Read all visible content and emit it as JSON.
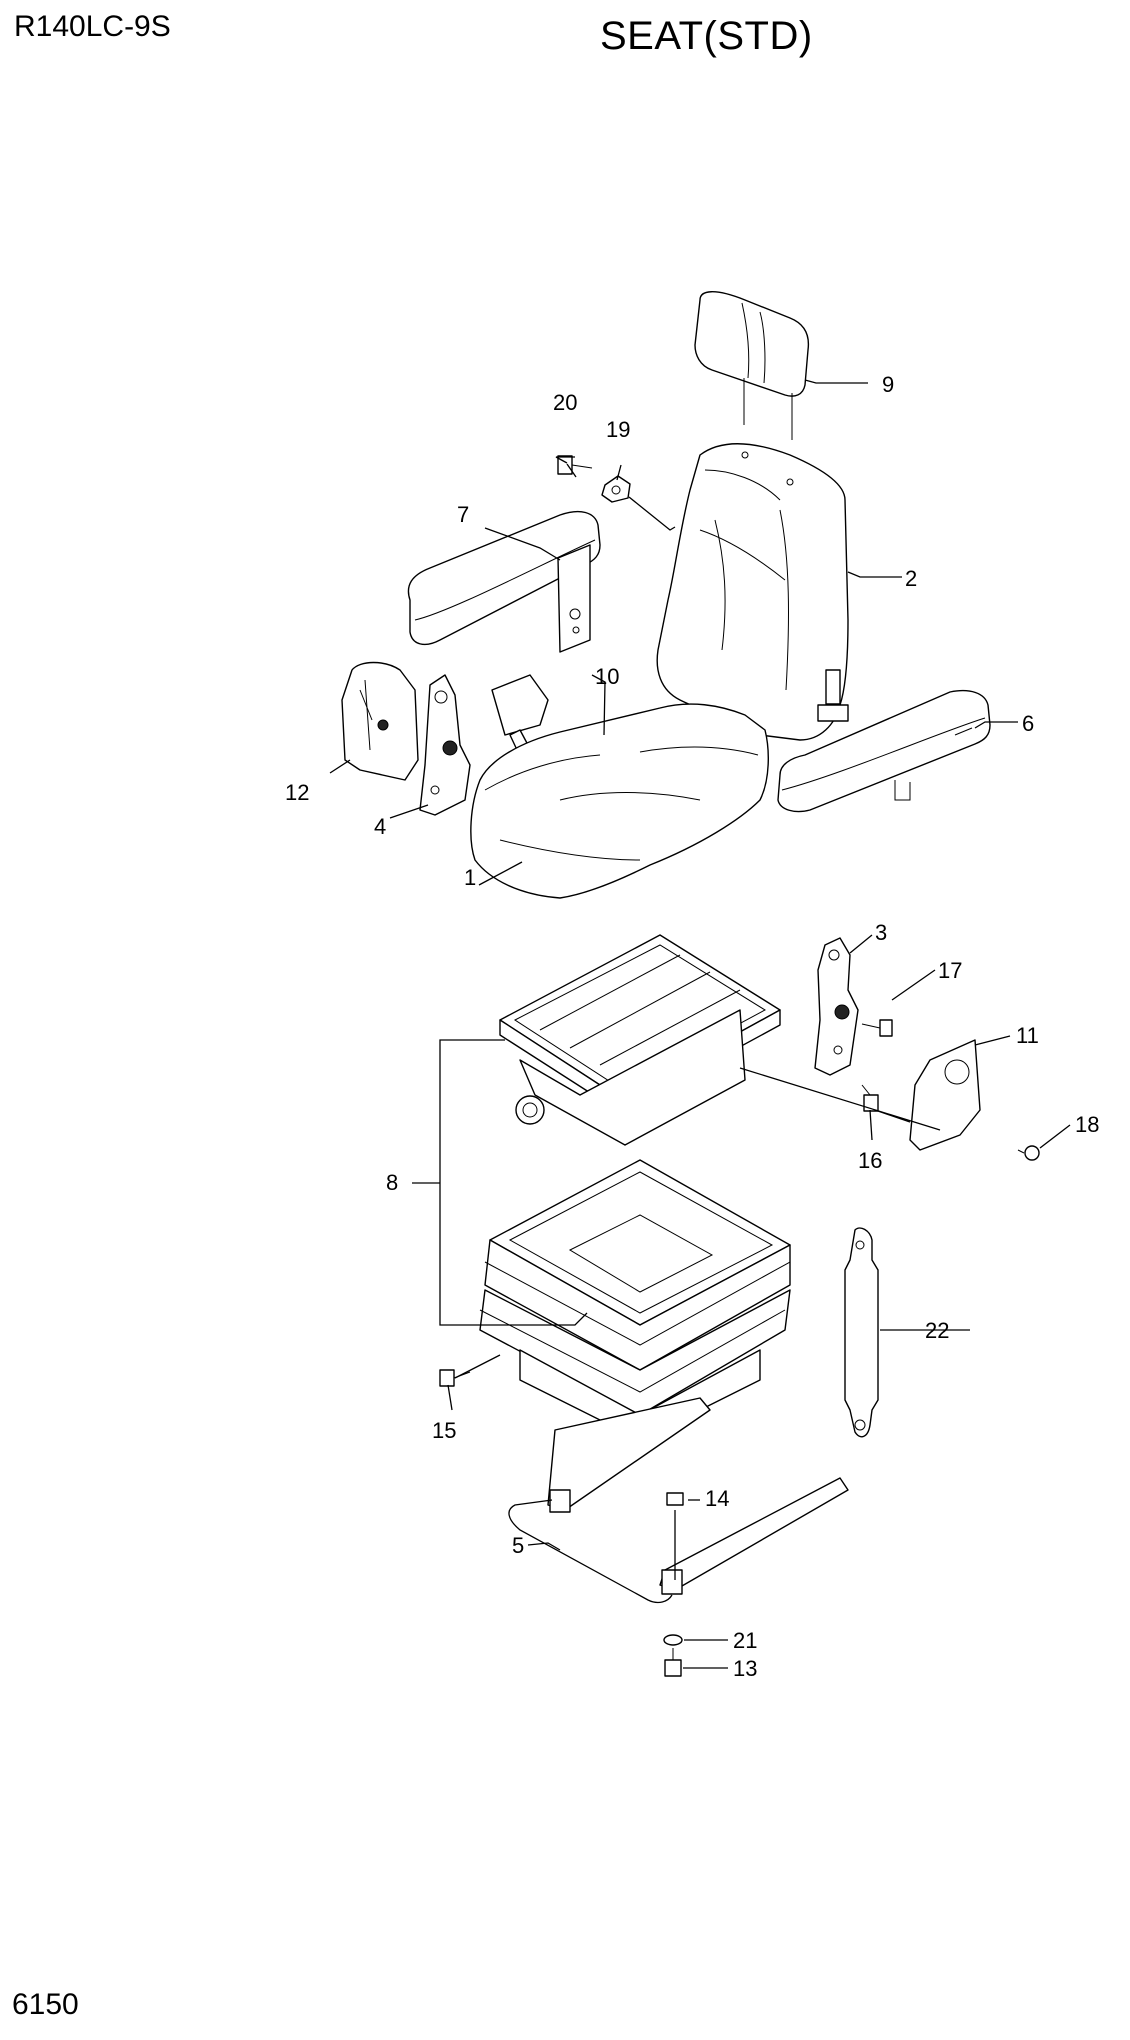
{
  "header": {
    "model": "R140LC-9S",
    "title": "SEAT(STD)"
  },
  "footer": {
    "page_number": "6150"
  },
  "callouts": {
    "c1": "1",
    "c2": "2",
    "c3": "3",
    "c4": "4",
    "c5": "5",
    "c6": "6",
    "c7": "7",
    "c8": "8",
    "c9": "9",
    "c10": "10",
    "c11": "11",
    "c12": "12",
    "c13": "13",
    "c14": "14",
    "c15": "15",
    "c16": "16",
    "c17": "17",
    "c18": "18",
    "c19": "19",
    "c20": "20",
    "c21": "21",
    "c22": "22"
  }
}
